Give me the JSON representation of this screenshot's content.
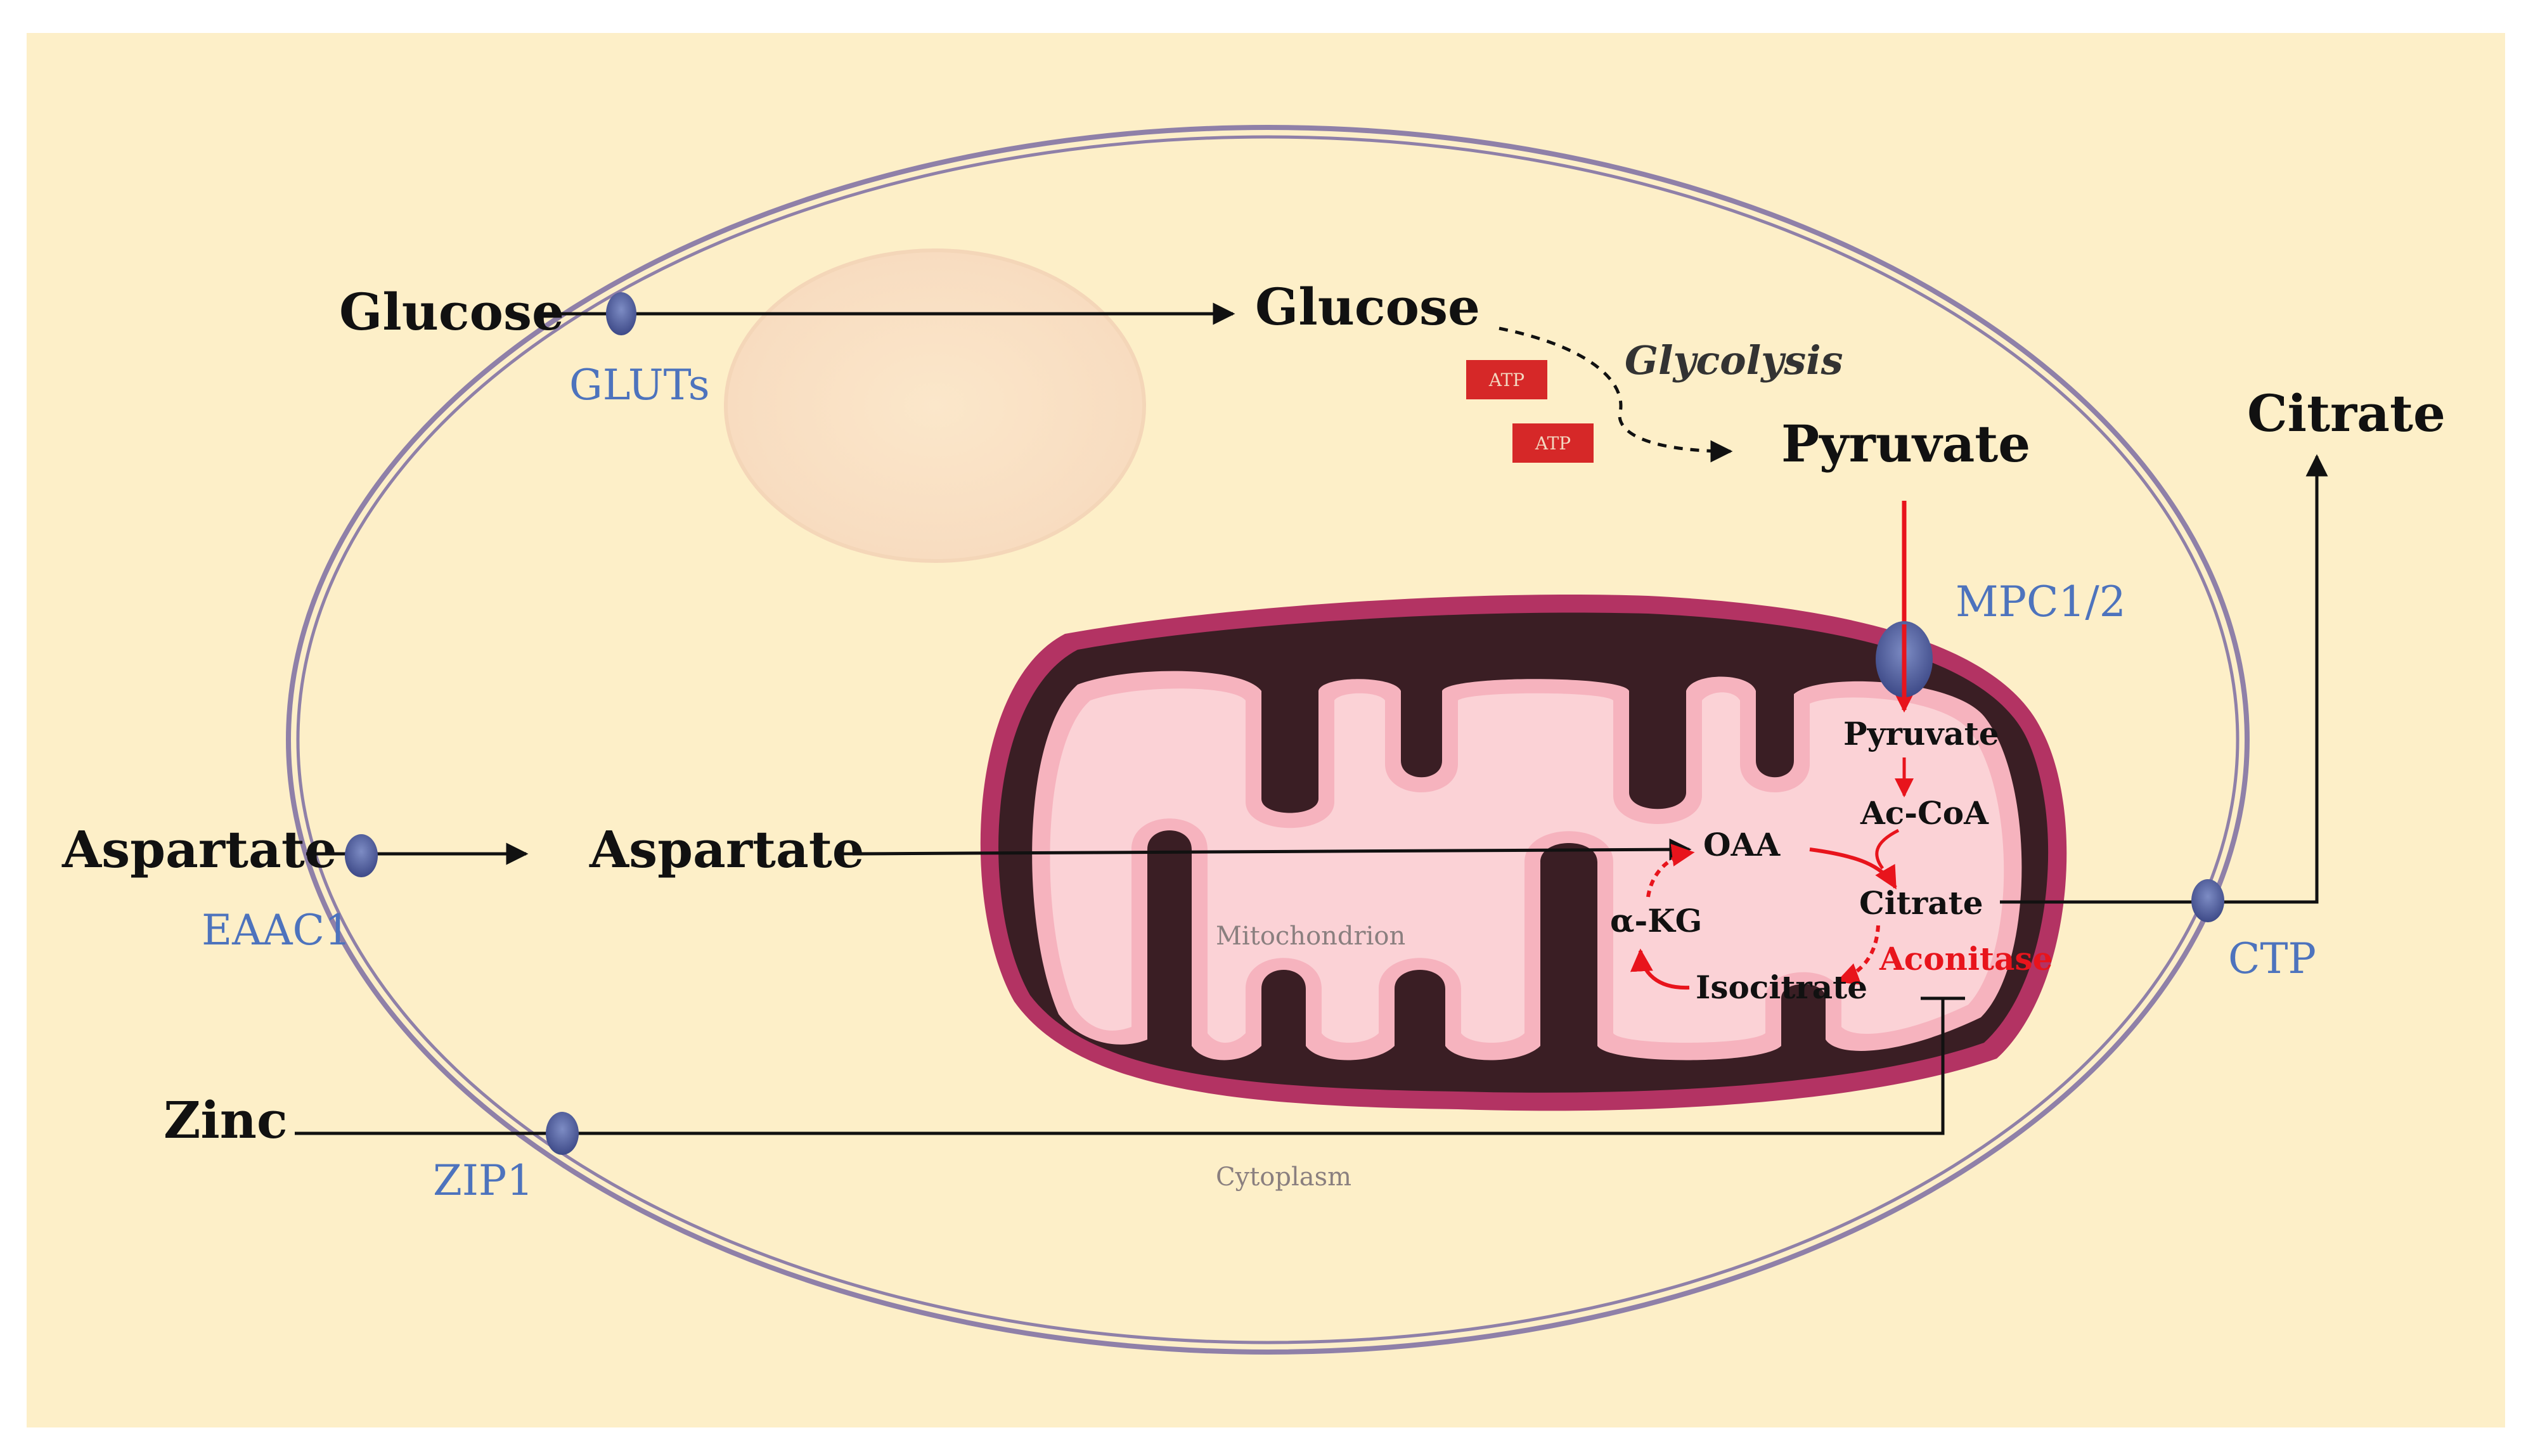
{
  "labels": {
    "glucose_outside": "Glucose",
    "glucose_inside": "Glucose",
    "gluts": "GLUTs",
    "glycolysis": "Glycolysis",
    "atp_1": "ATP",
    "atp_2": "ATP",
    "pyruvate_cyto": "Pyruvate",
    "citrate_outside": "Citrate",
    "mpc": "MPC1/2",
    "pyruvate_mito": "Pyruvate",
    "acoa": "Ac-CoA",
    "aspartate_outside": "Aspartate",
    "aspartate_inside": "Aspartate",
    "eaac1": "EAAC1",
    "oaa": "OAA",
    "citrate_mito": "Citrate",
    "akg": "α-KG",
    "isocitrate": "Isocitrate",
    "aconitase": "Aconitase",
    "mitochondrion": "Mitochondrion",
    "ctp": "CTP",
    "zinc": "Zinc",
    "zip1": "ZIP1",
    "cytoplasm": "Cytoplasm"
  },
  "colors": {
    "background": "#fdefc8",
    "membrane": "#8f80a8",
    "transporter_label": "#4d73bd",
    "transporter": "#4a5798",
    "mito_outer": "#b33363",
    "mito_dark": "#3a1e24",
    "mito_matrix": "#fbd2d6",
    "inhibit_red": "#e8141c",
    "atp_box": "#d62828"
  }
}
